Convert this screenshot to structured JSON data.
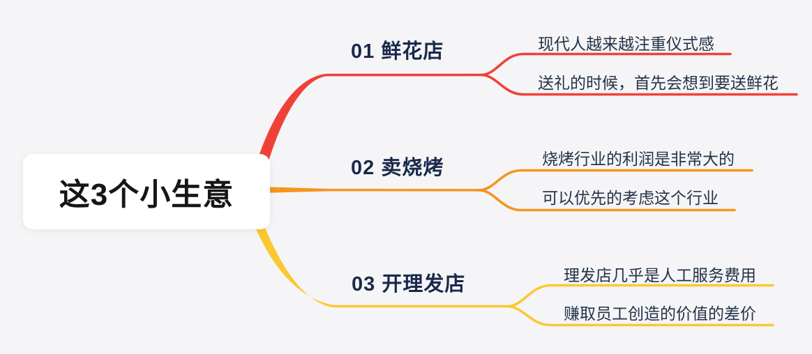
{
  "root": {
    "label": "这3个小生意"
  },
  "branches": [
    {
      "label": "01 鲜花店",
      "children": [
        "现代人越来越注重仪式感",
        "送礼的时候，首先会想到要送鲜花"
      ]
    },
    {
      "label": "02 卖烧烤",
      "children": [
        "烧烤行业的利润是非常大的",
        "可以优先的考虑这个行业"
      ]
    },
    {
      "label": "03 开理发店",
      "children": [
        "理发店几乎是人工服务费用",
        "赚取员工创造的价值的差价"
      ]
    }
  ],
  "colors": {
    "bg": "#f5f5f7",
    "node-bg": "#ffffff",
    "node-text": "#161616",
    "topic-text": "#19294a",
    "leaf-text": "#243349",
    "branch1": "#ee4238",
    "branch2": "#f7941e",
    "branch3": "#fbc831"
  }
}
